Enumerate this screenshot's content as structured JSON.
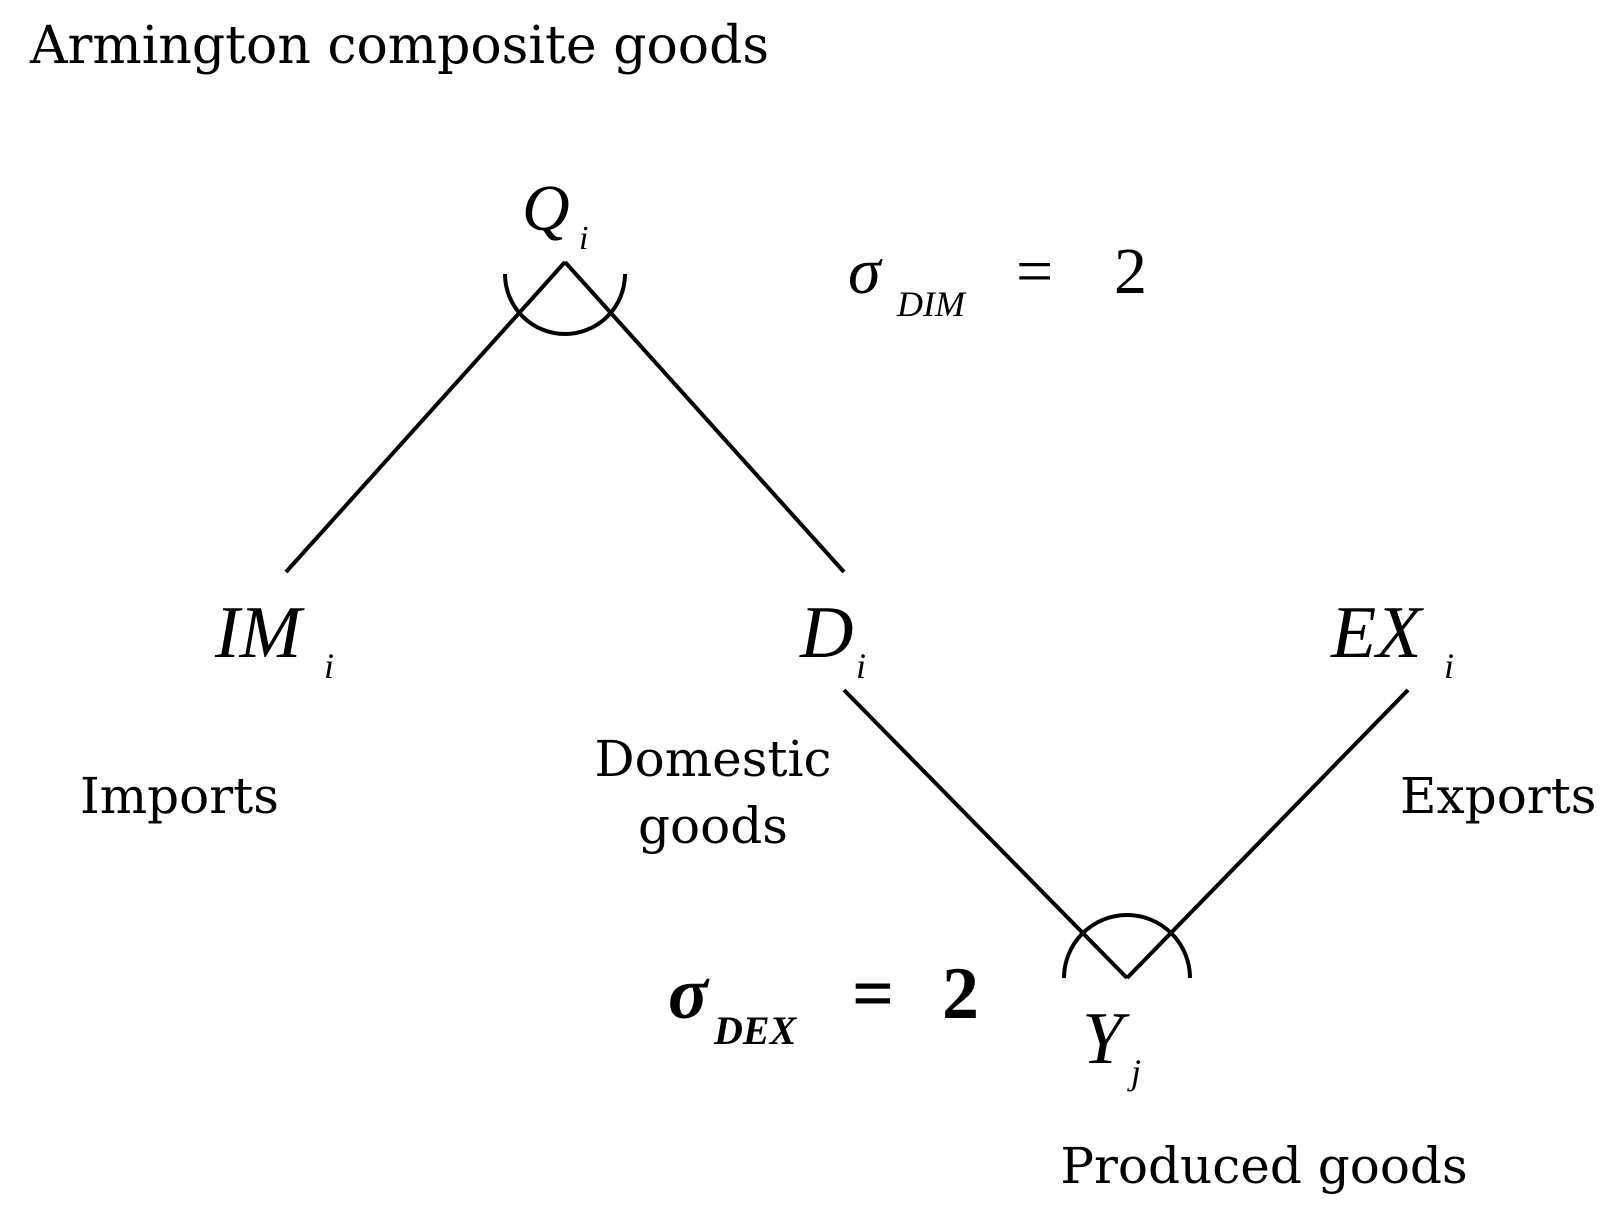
{
  "title": "Armington composite goods",
  "nodes": {
    "q": {
      "symbol": "Q",
      "subscript": "i"
    },
    "im": {
      "symbol": "IM",
      "subscript": "i",
      "caption": "Imports"
    },
    "d": {
      "symbol": "D",
      "subscript": "i",
      "caption_line1": "Domestic",
      "caption_line2": "goods"
    },
    "ex": {
      "symbol": "EX",
      "subscript": "i",
      "caption": "Exports"
    },
    "y": {
      "symbol": "Y",
      "subscript": "j",
      "caption": "Produced goods"
    }
  },
  "elasticities": {
    "dim": {
      "symbol": "σ",
      "subscript": "DIM",
      "equals": "=",
      "value": "2"
    },
    "dex": {
      "symbol": "σ",
      "subscript": "DEX",
      "equals": "=",
      "value": "2"
    }
  },
  "colors": {
    "line": "#000000",
    "text": "#000000",
    "background": "#ffffff"
  }
}
